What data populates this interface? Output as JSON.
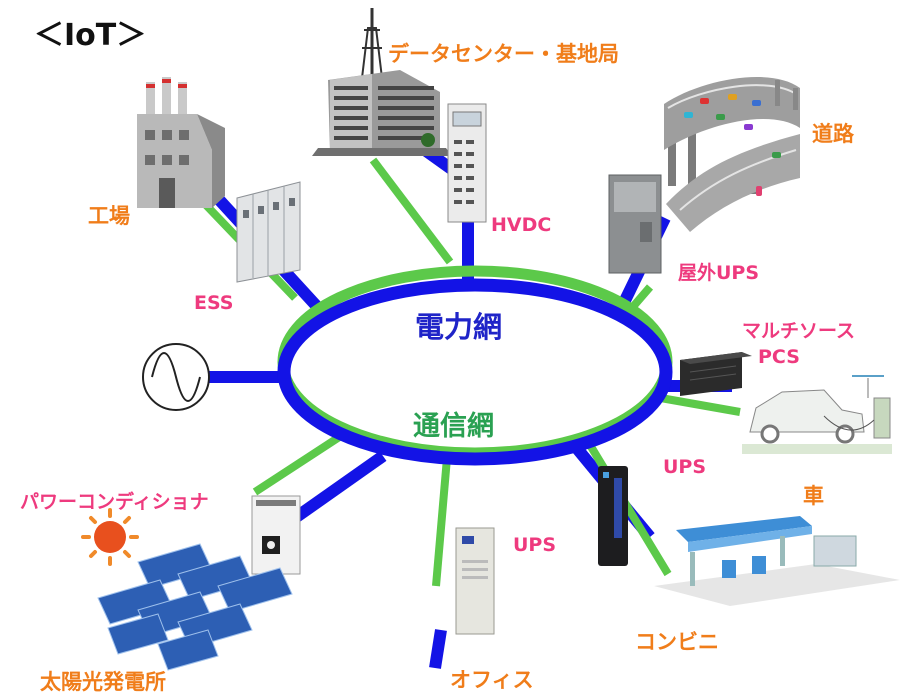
{
  "header": {
    "title": "＜IoT＞"
  },
  "network": {
    "power_grid": "電力網",
    "comm_network": "通信網",
    "colors": {
      "power": "#1313e6",
      "comm": "#5cc94a",
      "orange_label": "#f07d1a",
      "pink_label": "#ee3a7e"
    }
  },
  "sites": {
    "factory": "工場",
    "datacenter": "データセンター・基地局",
    "road": "道路",
    "car": "車",
    "convenience_store": "コンビニ",
    "office": "オフィス",
    "solar_plant": "太陽光発電所"
  },
  "equipment": {
    "ess": "ESS",
    "hvdc": "HVDC",
    "outdoor_ups": "屋外UPS",
    "multi_source": "マルチソース",
    "pcs": "PCS",
    "ups_right": "UPS",
    "ups_bottom": "UPS",
    "power_conditioner": "パワーコンディショナ"
  },
  "icons": [
    "ac-source-icon",
    "factory-icon",
    "building-icon",
    "cabinet-icon",
    "highway-icon",
    "sun-icon",
    "solar-panel-icon",
    "car-icon",
    "gas-station-icon",
    "ups-icon"
  ]
}
